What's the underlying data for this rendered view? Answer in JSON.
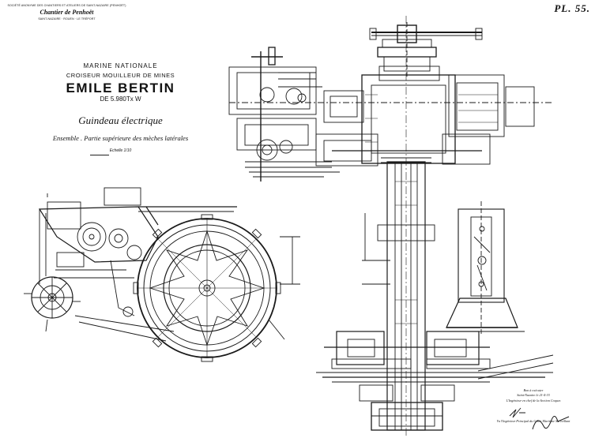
{
  "header": {
    "society_line": "SOCIÉTÉ ANONYME DES CHANTIERS ET ATELIERS DE SAINT-NAZAIRE (PENHOËT)",
    "shipyard": "Chantier de Penhoët",
    "shipyard_sub": "SAINT-NAZAIRE · ROUEN · LE TRÉPORT",
    "plate_number": "PL. 55."
  },
  "title_block": {
    "line1": "MARINE NATIONALE",
    "line2": "CROISEUR MOUILLEUR DE MINES",
    "ship_name": "EMILE BERTIN",
    "displacement": "DE 5.980Tx W",
    "subject": "Guindeau électrique",
    "detail": "Ensemble . Partie supérieure des mèches latérales",
    "scale": "Echelle 1/10"
  },
  "approval": {
    "line1": "Bon à exécuter",
    "line2": "Saint-Nazaire le 21-4-33",
    "line3": "L'Ingénieur en chef de la Section Coques",
    "line4": "Vu l'Ingénieur Principal du Génie Maritime Surveillant"
  },
  "colors": {
    "ink": "#1a1a1a",
    "paper": "#ffffff"
  },
  "icons": {
    "signature": "signature-icon",
    "initials": "initials-icon"
  }
}
